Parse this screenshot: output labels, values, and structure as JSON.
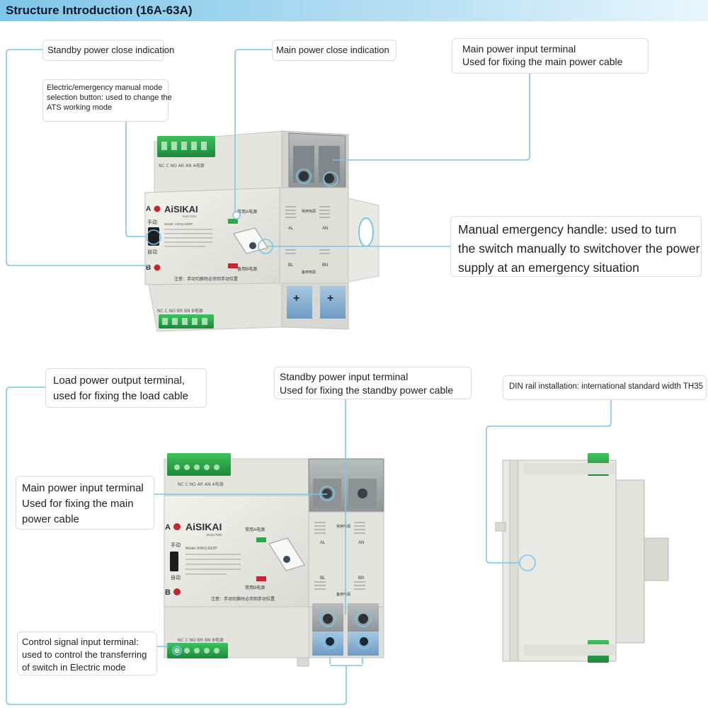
{
  "header": {
    "title": "Structure Introduction (16A-63A)"
  },
  "colors": {
    "leader": "#7cc7e8",
    "header": "#8fcfee",
    "terminal_green": "#2aa84a",
    "indicator_red": "#c4262e",
    "body": "#e9eae4"
  },
  "top_view": {
    "callouts": {
      "standby_close": [
        "Standby power close indication"
      ],
      "mode_button": [
        "Electric/emergency manual mode",
        "selection button: used to change the",
        "ATS working mode"
      ],
      "main_close": [
        "Main power close indication"
      ],
      "main_input": [
        "Main power input terminal",
        "Used for fixing the main power cable"
      ],
      "manual_handle": [
        "Manual emergency handle: used to turn",
        "the switch manually to switchover the power",
        "supply at an emergency situation"
      ]
    },
    "device": {
      "brand": "AiSIKAI",
      "brand_sub": "ELECTRIC",
      "label_a": "A",
      "label_b": "B",
      "manual_cn": "手动",
      "auto_cn": "自动",
      "main_cn": "常用A电源",
      "standby_cn": "备用B电源",
      "note_cn": "注意：手动切换时必须到手动位置",
      "model": "Model: ASKQ-63/2P",
      "al": "AL",
      "an": "AN",
      "bl": "BL",
      "bn": "BN",
      "main_power_cn": "常用电源",
      "standby_power_cn": "备用电源",
      "top_terminal_labels": "NC C NO AR AN  A电源",
      "bottom_terminal_labels": "NC C NO BR BN  B电源"
    }
  },
  "bottom_left": {
    "callouts": {
      "load_output": [
        "Load power output terminal,",
        "used for fixing the load cable"
      ],
      "standby_input": [
        "Standby power input terminal",
        "Used for fixing the standby power cable"
      ],
      "main_input": [
        "Main power input terminal",
        "Used for fixing the main",
        "power cable"
      ],
      "control_signal": [
        "Control signal input terminal:",
        "used to control the transferring",
        "of switch in Electric mode"
      ]
    },
    "device": {
      "brand": "AiSIKAI",
      "brand_sub": "ELECTRIC",
      "label_a": "A",
      "label_b": "B",
      "manual_cn": "手动",
      "auto_cn": "自动",
      "main_cn": "常用A电源",
      "standby_cn": "常用B电源",
      "note_cn": "注意：手动切换时必须到手动位置",
      "model": "Model: ASKQ-63/2P",
      "al": "AL",
      "an": "AN",
      "bl": "BL",
      "bn": "BN",
      "main_power_cn": "常用电源",
      "standby_power_cn": "备用电源",
      "top_terminal_labels": "NC C NO AR AN  A电源",
      "bottom_terminal_labels": "NC C NO BR BN  B电源"
    }
  },
  "side_view": {
    "callouts": {
      "din_rail": [
        "DIN rail installation: international standard width TH35"
      ]
    }
  }
}
